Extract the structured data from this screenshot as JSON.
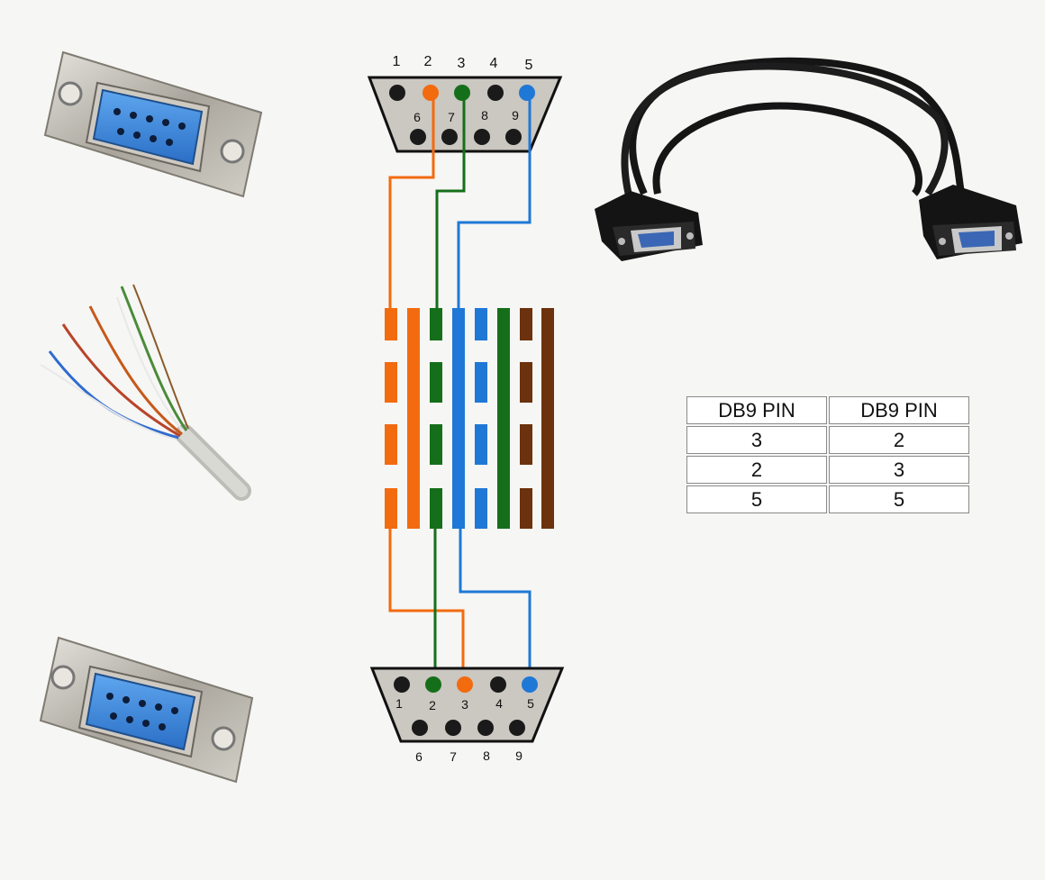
{
  "top_connector": {
    "pins_top_row": [
      "1",
      "2",
      "3",
      "4",
      "5"
    ],
    "pins_bottom_row": [
      "6",
      "7",
      "8",
      "9"
    ]
  },
  "bottom_connector": {
    "pins_top_row": [
      "1",
      "2",
      "3",
      "4",
      "5"
    ],
    "pins_bottom_row": [
      "6",
      "7",
      "8",
      "9"
    ]
  },
  "cable_pairs": [
    "orange-white",
    "orange",
    "green-white",
    "blue",
    "blue-white",
    "green",
    "brown-white",
    "brown"
  ],
  "colors": {
    "orange": "#f26b0f",
    "green": "#156f1a",
    "blue": "#1f78d6",
    "brown": "#6b320d",
    "connector_body": "#cbc7c1",
    "pin": "#1a1a1a"
  },
  "pinout_table": {
    "headers": [
      "DB9 PIN",
      "DB9 PIN"
    ],
    "rows": [
      [
        "3",
        "2"
      ],
      [
        "2",
        "3"
      ],
      [
        "5",
        "5"
      ]
    ]
  }
}
